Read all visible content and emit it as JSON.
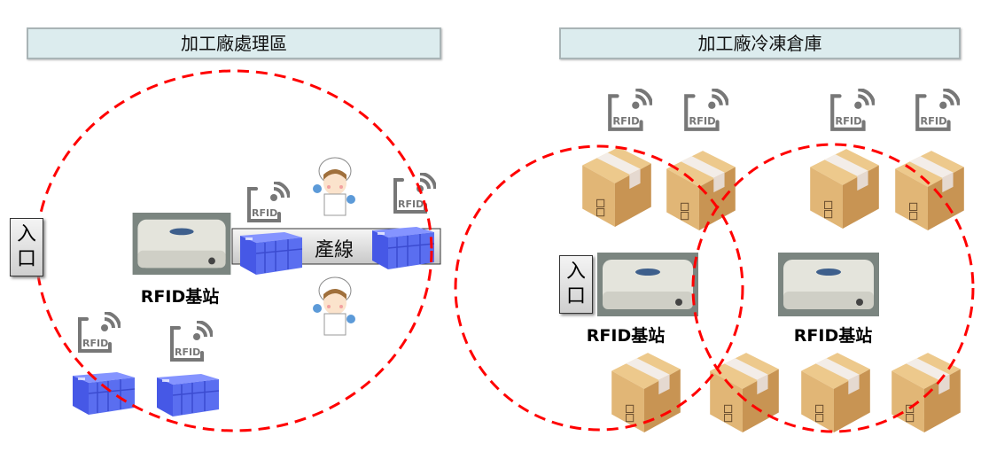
{
  "zones": [
    {
      "title": "加工廠處理區",
      "entrance": [
        "入",
        "口"
      ],
      "station_label": "RFID基站",
      "line_label": "產線"
    },
    {
      "title": "加工廠冷凍倉庫",
      "entrance": [
        "入",
        "口"
      ],
      "station_labels": [
        "RFID基站",
        "RFID基站"
      ]
    }
  ],
  "tag_text": "RFID",
  "colors": {
    "range_circle": "#ff0000",
    "title_fill": "#dcecee",
    "crate": "#5a6ef0",
    "box": "#d9aa6a",
    "tag": "#7a7a7a"
  },
  "icons": [
    "rfid-tag-icon",
    "plastic-crate-icon",
    "cardboard-box-icon",
    "rfid-reader-icon",
    "worker-icon"
  ]
}
